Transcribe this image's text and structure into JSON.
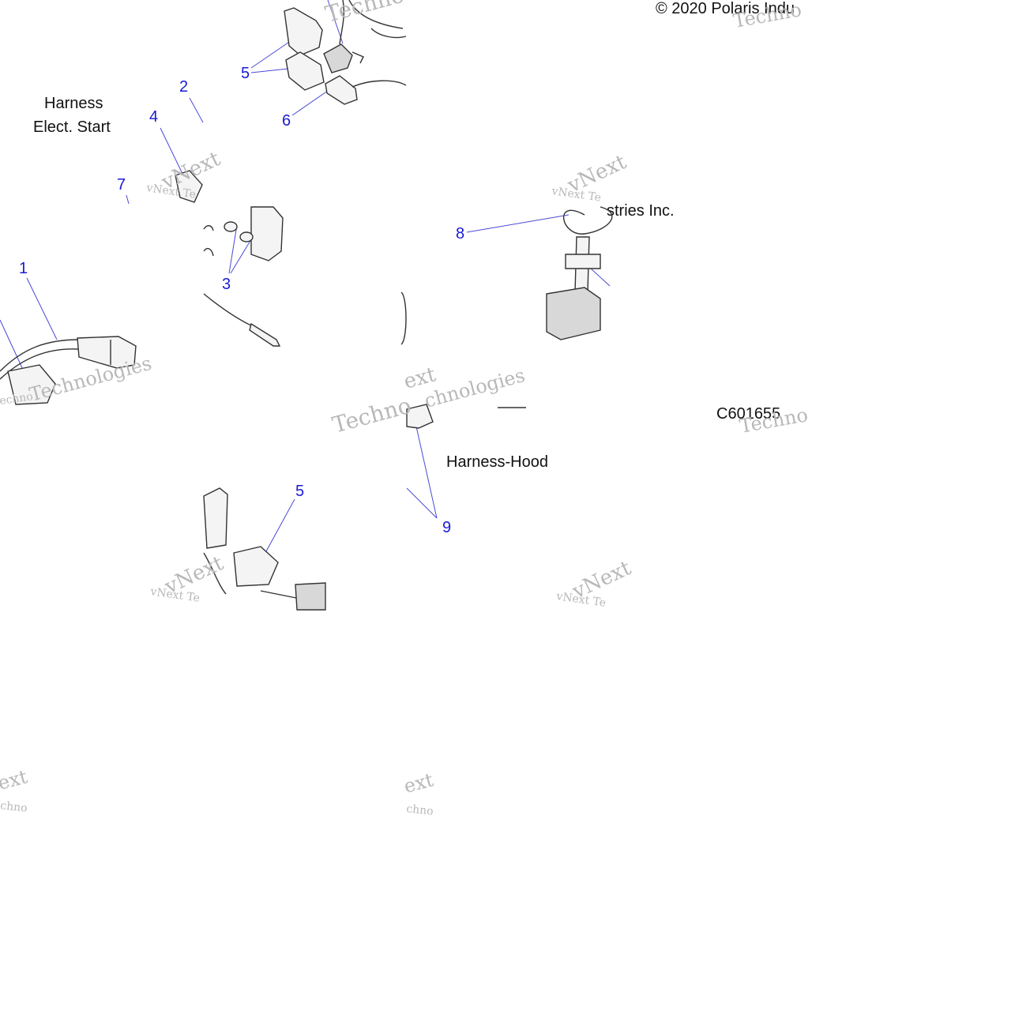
{
  "copyright": "© 2020 Polaris Indu",
  "copyright_fragment": "stries Inc.",
  "labels": {
    "harness_elect_start_line1": "Harness",
    "harness_elect_start_line2": "Elect. Start",
    "harness_hood": "Harness-Hood",
    "figure_code": "C601655"
  },
  "callouts": [
    "1",
    "2",
    "3",
    "4",
    "5",
    "5",
    "6",
    "7",
    "8",
    "9"
  ],
  "watermark": {
    "brand_line1": "vNext",
    "brand_line2": "Technologies",
    "small": "vNext Te",
    "fragments": [
      "Techno",
      "Techno",
      "ext",
      "echno",
      "Techno",
      "chnologies",
      "ext",
      "chno"
    ]
  },
  "colors": {
    "callout": "#1a1ad6",
    "leader": "#4a4ad8",
    "label": "#111111",
    "watermark": "#c0c0c0"
  }
}
